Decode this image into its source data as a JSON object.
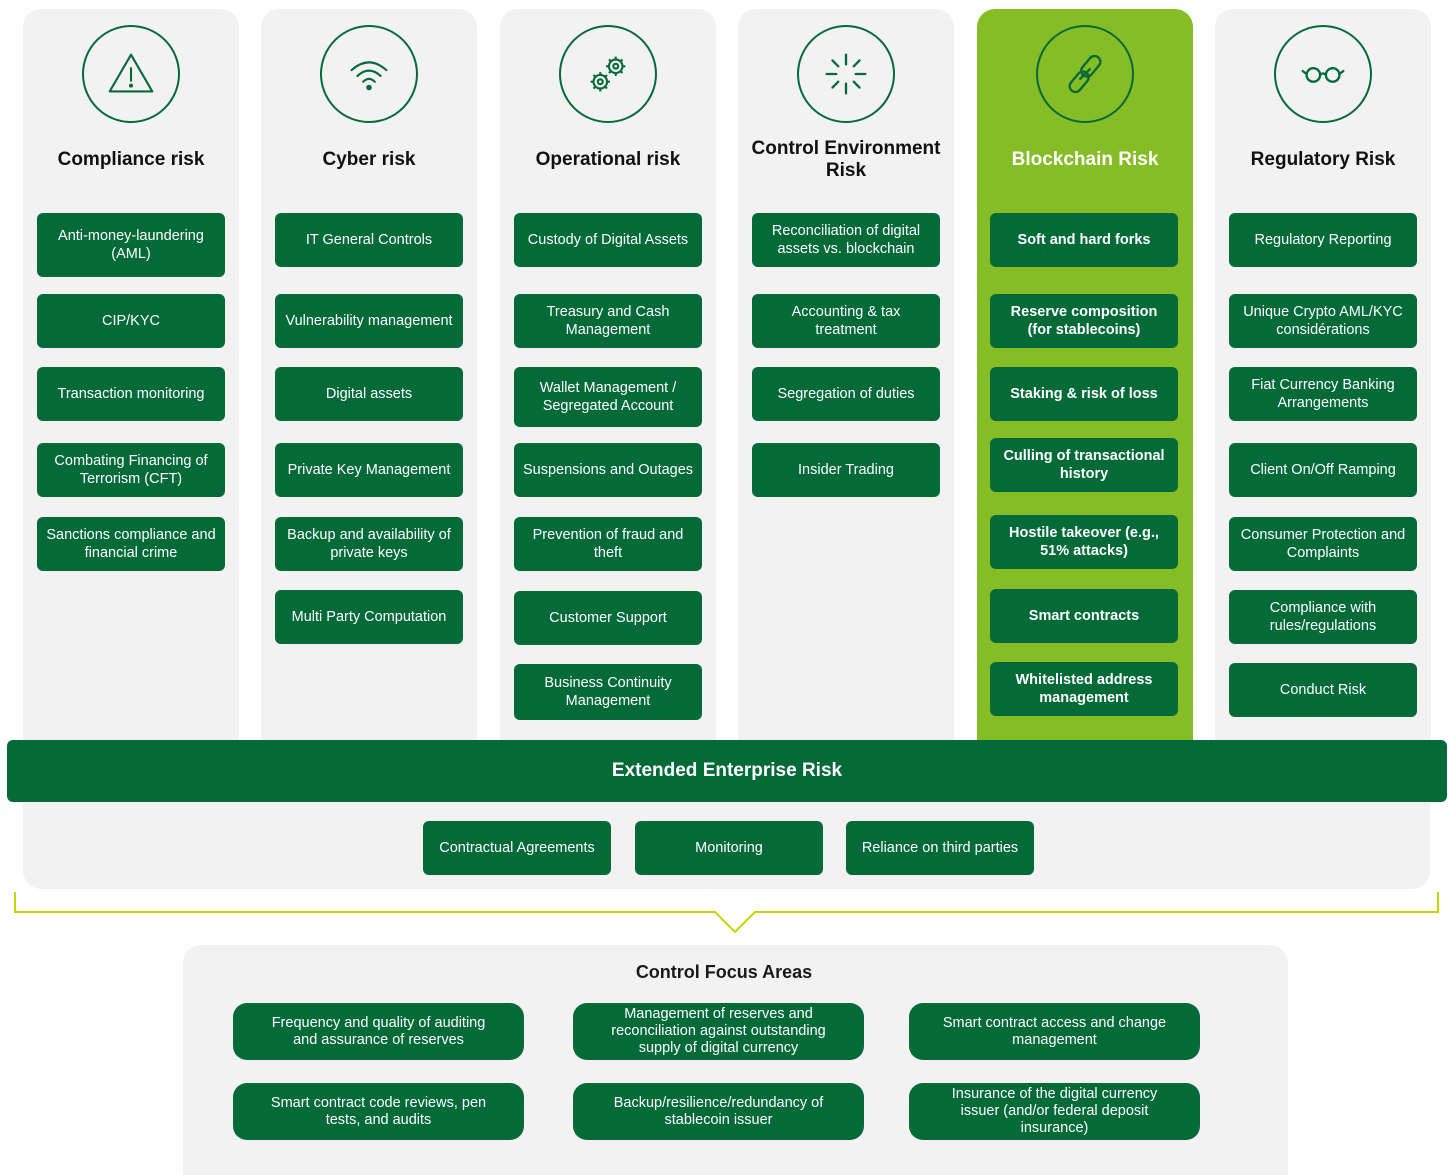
{
  "columns": [
    {
      "title": "Compliance risk",
      "icon": "warning-triangle-icon",
      "items": [
        "Anti-money-laundering (AML)",
        "CIP/KYC",
        "Transaction monitoring",
        "Combating Financing of Terrorism (CFT)",
        "Sanctions compliance and financial crime"
      ]
    },
    {
      "title": "Cyber risk",
      "icon": "wifi-icon",
      "items": [
        "IT General Controls",
        "Vulnerability management",
        "Digital assets",
        "Private Key Management",
        "Backup and availability of private keys",
        "Multi Party Computation"
      ]
    },
    {
      "title": "Operational risk",
      "icon": "gears-icon",
      "items": [
        "Custody of Digital Assets",
        "Treasury and Cash Management",
        "Wallet Management / Segregated Account",
        "Suspensions and Outages",
        "Prevention of fraud and theft",
        "Customer Support",
        "Business Continuity Management"
      ]
    },
    {
      "title": "Control Environment Risk",
      "icon": "burst-icon",
      "items": [
        "Reconciliation of digital assets vs. blockchain",
        "Accounting & tax treatment",
        "Segregation of duties",
        "Insider Trading"
      ]
    },
    {
      "title": "Blockchain Risk",
      "icon": "chain-link-icon",
      "items": [
        "Soft and hard forks",
        "Reserve composition (for stablecoins)",
        "Staking & risk of loss",
        "Culling of transactional history",
        "Hostile takeover (e.g., 51% attacks)",
        "Smart contracts",
        "Whitelisted address management"
      ]
    },
    {
      "title": "Regulatory Risk",
      "icon": "glasses-icon",
      "items": [
        "Regulatory Reporting",
        "Unique Crypto AML/KYC considérations",
        "Fiat Currency Banking Arrangements",
        "Client On/Off Ramping",
        "Consumer Protection and Complaints",
        "Compliance with rules/regulations",
        "Conduct Risk"
      ]
    }
  ],
  "extended": {
    "title": "Extended Enterprise Risk",
    "items": [
      "Contractual Agreements",
      "Monitoring",
      "Reliance on third parties"
    ]
  },
  "focus": {
    "title": "Control Focus Areas",
    "items": [
      "Frequency and quality of auditing and assurance of reserves",
      "Management of reserves and reconciliation against outstanding supply of digital currency",
      "Smart contract access and change management",
      "Smart contract code reviews, pen tests, and audits",
      "Backup/resilience/redundancy of stablecoin issuer",
      "Insurance of the digital currency issuer (and/or federal deposit insurance)"
    ]
  },
  "colors": {
    "dark_green": "#046a38",
    "accent_green": "#86bc25",
    "panel_gray": "#f2f2f2",
    "bracket": "#c4d600"
  }
}
